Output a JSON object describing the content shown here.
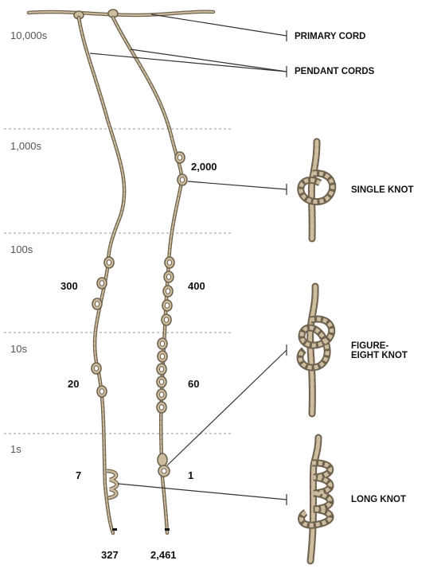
{
  "place_values": [
    "10,000s",
    "1,000s",
    "100s",
    "10s",
    "1s"
  ],
  "cord_values": {
    "left": {
      "hundreds": "300",
      "tens": "20",
      "ones": "7",
      "total": "327"
    },
    "right": {
      "thousands": "2,000",
      "hundreds": "400",
      "tens": "60",
      "ones": "1",
      "total": "2,461"
    }
  },
  "labels": {
    "primary_cord": "PRIMARY CORD",
    "pendant_cords": "PENDANT CORDS",
    "single_knot": "SINGLE KNOT",
    "figure_eight_knot": "FIGURE-\nEIGHT KNOT",
    "long_knot": "LONG KNOT"
  },
  "colors": {
    "cord": "#b9a88a",
    "cord_dark": "#6f6350",
    "line": "#333333",
    "divider": "#999999"
  }
}
